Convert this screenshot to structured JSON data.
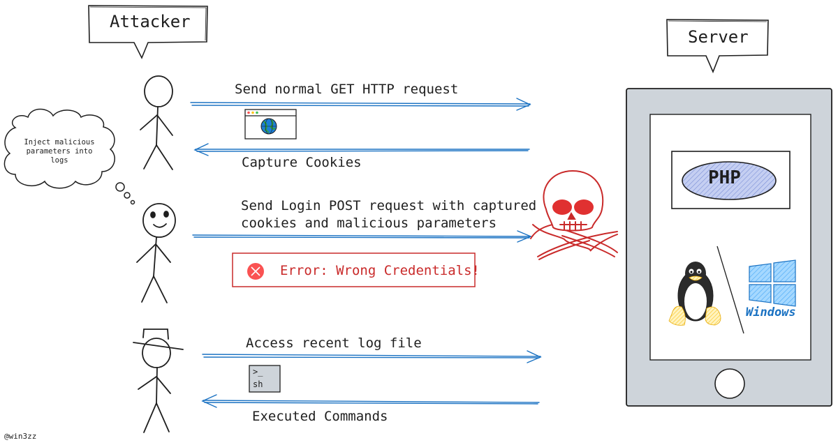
{
  "actors": {
    "attacker_label": "Attacker",
    "server_label": "Server"
  },
  "thought": "Inject malicious parameters into logs",
  "messages": {
    "get_request": "Send normal GET HTTP request",
    "capture_cookies": "Capture Cookies",
    "login_post_line1": "Send Login POST request with captured",
    "login_post_line2": "cookies and malicious parameters",
    "access_log": "Access recent log file",
    "executed_commands": "Executed Commands"
  },
  "error": {
    "text": "Error: Wrong Credentials!"
  },
  "server": {
    "php": "PHP",
    "windows": "Windows"
  },
  "terminal": {
    "prompt": ">_",
    "shell": "sh"
  },
  "credit": "@win3zz",
  "colors": {
    "stroke": "#1e1e1e",
    "arrow": "#1971c2",
    "danger": "#c92a2a",
    "server_frame": "#ced4da",
    "php_fill": "#a5b4e8",
    "windows": "#4dabf7",
    "tux_yellow": "#ffe066"
  }
}
